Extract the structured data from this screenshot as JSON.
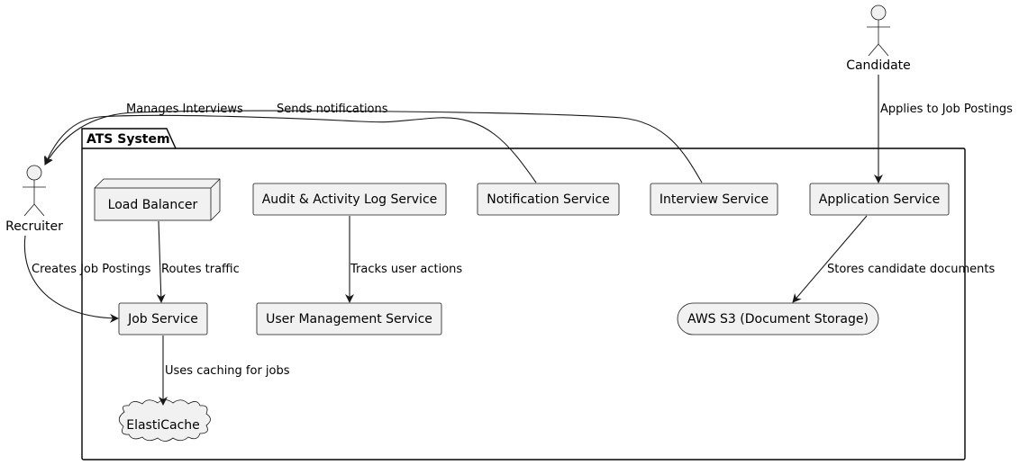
{
  "package": {
    "title": "ATS System"
  },
  "actors": {
    "recruiter": "Recruiter",
    "candidate": "Candidate"
  },
  "nodes": {
    "load_balancer": "Load Balancer",
    "audit_log_service": "Audit & Activity Log Service",
    "notification_service": "Notification Service",
    "interview_service": "Interview Service",
    "application_service": "Application Service",
    "job_service": "Job Service",
    "user_management_service": "User Management Service",
    "s3_storage": "AWS S3 (Document Storage)",
    "elasticache": "ElastiCache"
  },
  "edges": {
    "manages_interviews": "Manages Interviews",
    "sends_notifications": "Sends notifications",
    "applies_to_job_postings": "Applies to Job Postings",
    "creates_job_postings": "Creates Job Postings",
    "routes_traffic": "Routes traffic",
    "tracks_user_actions": "Tracks user actions",
    "stores_candidate_documents": "Stores candidate documents",
    "uses_caching_for_jobs": "Uses caching for jobs"
  },
  "colors": {
    "node_fill": "#f1f1f1",
    "stroke": "#181818",
    "background": "#ffffff"
  }
}
